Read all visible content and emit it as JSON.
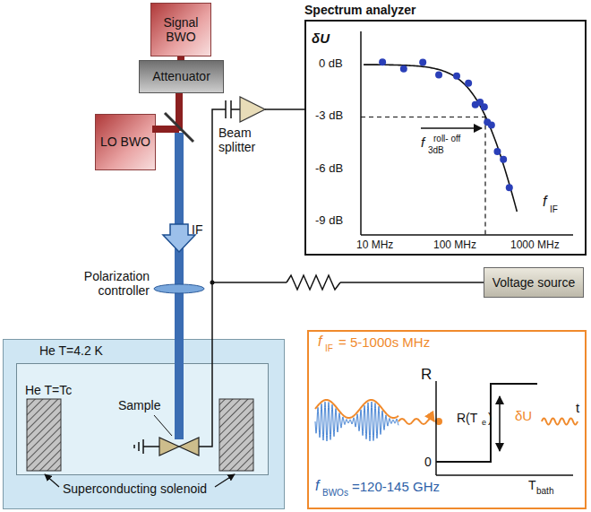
{
  "diagram": {
    "nodes": [
      {
        "text": [
          "Signal BWO"
        ]
      },
      {
        "text": [
          "Attenuator"
        ]
      },
      {
        "text": [
          "LO BWO"
        ]
      },
      {
        "text": [
          "Spectrum analyzer"
        ]
      },
      {
        "text": [
          "Voltage source"
        ]
      },
      {
        "text": [
          "He T=4.2 K"
        ]
      },
      {
        "text": [
          "He T=Tc"
        ],
        "in": 5
      },
      {
        "text": [
          "f",
          "IF",
          "= 5-1000s MHz",
          "R",
          "0",
          "R(T",
          "e",
          ")",
          "δU",
          "t",
          "T",
          "bath",
          "f",
          "BWOs",
          "=120-145 GHz"
        ]
      }
    ],
    "edges": [
      {
        "from": 0,
        "to": 1,
        "arrow": "none"
      }
    ],
    "labels": [
      "Beam splitter",
      "IF",
      "Polarization controller",
      "Sample",
      "Superconducting solenoid",
      "δU",
      "0 dB",
      "-3 dB",
      "-6 dB",
      "-9 dB",
      "10 MHz",
      "100 MHz",
      "1000 MHz",
      "f",
      "IF",
      "f",
      "3dB",
      "roll- off"
    ]
  }
}
